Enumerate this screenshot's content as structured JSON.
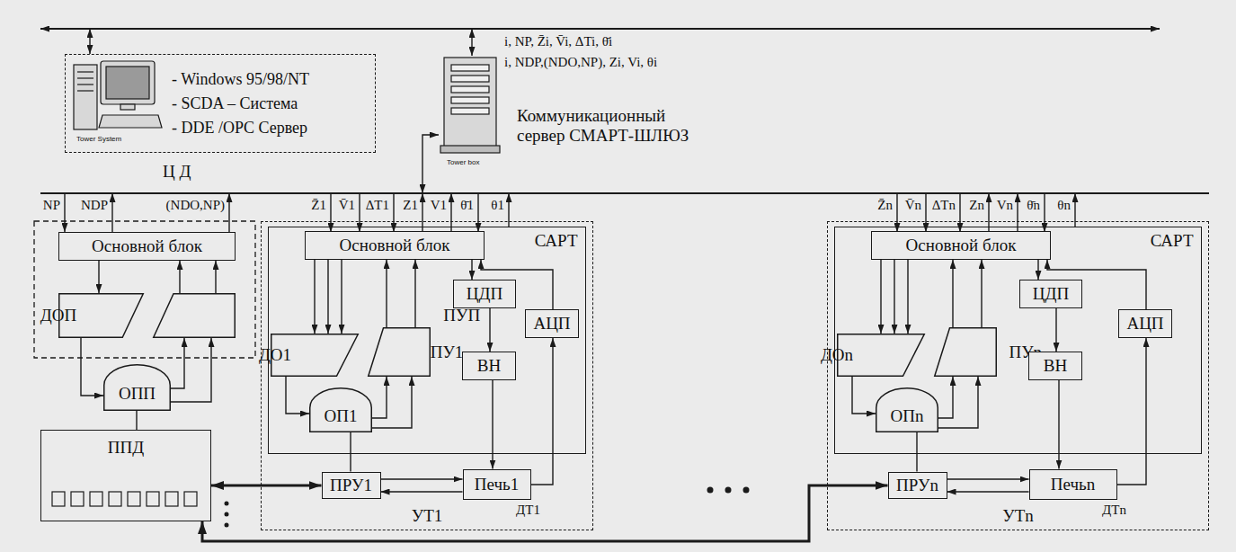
{
  "diagram": {
    "nodes": [
      {
        "text": [
          "- Windows 95/98/NT",
          "- SCDA – Система",
          "- DDE /OPC Сервер"
        ]
      },
      {
        "text": [
          "Коммуникационный сервер СМАРТ-ШЛЮЗ"
        ]
      },
      {
        "text": [
          "Основной блок"
        ]
      },
      {
        "text": [
          "ДОП"
        ]
      },
      {
        "text": [
          "ПУП"
        ]
      },
      {
        "text": [
          "ОПП"
        ]
      },
      {
        "text": [
          "ППД"
        ]
      },
      {
        "text": [
          "УТ1"
        ]
      },
      {
        "text": [
          "САРТ"
        ],
        "in": 7
      },
      {
        "text": [
          "Основной блок"
        ],
        "in": 8
      },
      {
        "text": [
          "ДО1"
        ],
        "in": 8
      },
      {
        "text": [
          "ПУ1"
        ],
        "in": 8
      },
      {
        "text": [
          "ЦДП"
        ],
        "in": 8
      },
      {
        "text": [
          "АЦП"
        ],
        "in": 8
      },
      {
        "text": [
          "ВН"
        ],
        "in": 8
      },
      {
        "text": [
          "ОП1"
        ],
        "in": 8
      },
      {
        "text": [
          "ПРУ1"
        ],
        "in": 7
      },
      {
        "text": [
          "Печь1"
        ],
        "in": 7
      },
      {
        "text": [
          "УТn"
        ]
      },
      {
        "text": [
          "САРТ"
        ],
        "in": 18
      },
      {
        "text": [
          "Основной блок"
        ],
        "in": 19
      },
      {
        "text": [
          "ДОn"
        ],
        "in": 19
      },
      {
        "text": [
          "ПУn"
        ],
        "in": 19
      },
      {
        "text": [
          "ЦДП"
        ],
        "in": 19
      },
      {
        "text": [
          "АЦП"
        ],
        "in": 19
      },
      {
        "text": [
          "ВН"
        ],
        "in": 19
      },
      {
        "text": [
          "ОПn"
        ],
        "in": 19
      },
      {
        "text": [
          "ПРУn"
        ],
        "in": 18
      },
      {
        "text": [
          "Печьn"
        ],
        "in": 18
      }
    ],
    "edges": [
      {
        "from": 2,
        "to": 3,
        "arrow": "to"
      },
      {
        "from": 4,
        "to": 2,
        "arrow": "to"
      },
      {
        "from": 4,
        "to": 2,
        "arrow": "to"
      },
      {
        "from": 3,
        "to": 5,
        "arrow": "to"
      },
      {
        "from": 5,
        "to": 4,
        "arrow": "to"
      },
      {
        "from": 5,
        "to": 4,
        "arrow": "to"
      },
      {
        "from": 5,
        "to": 6,
        "arrow": "none"
      },
      {
        "from": 9,
        "to": 10,
        "arrow": "to"
      },
      {
        "from": 9,
        "to": 10,
        "arrow": "to"
      },
      {
        "from": 9,
        "to": 10,
        "arrow": "to"
      },
      {
        "from": 11,
        "to": 9,
        "arrow": "to"
      },
      {
        "from": 11,
        "to": 9,
        "arrow": "to"
      },
      {
        "from": 9,
        "to": 12,
        "arrow": "to"
      },
      {
        "from": 13,
        "to": 9,
        "arrow": "to"
      },
      {
        "from": 12,
        "to": 14,
        "arrow": "to"
      },
      {
        "from": 14,
        "to": 17,
        "arrow": "to"
      },
      {
        "from": 17,
        "to": 13,
        "arrow": "to"
      },
      {
        "from": 10,
        "to": 15,
        "arrow": "to"
      },
      {
        "from": 15,
        "to": 11,
        "arrow": "to"
      },
      {
        "from": 15,
        "to": 11,
        "arrow": "to"
      },
      {
        "from": 15,
        "to": 16,
        "arrow": "none"
      },
      {
        "from": 16,
        "to": 17,
        "arrow": "to"
      },
      {
        "from": 17,
        "to": 16,
        "arrow": "to"
      },
      {
        "from": 20,
        "to": 21,
        "arrow": "to"
      },
      {
        "from": 20,
        "to": 21,
        "arrow": "to"
      },
      {
        "from": 20,
        "to": 21,
        "arrow": "to"
      },
      {
        "from": 22,
        "to": 20,
        "arrow": "to"
      },
      {
        "from": 22,
        "to": 20,
        "arrow": "to"
      },
      {
        "from": 20,
        "to": 23,
        "arrow": "to"
      },
      {
        "from": 24,
        "to": 20,
        "arrow": "to"
      },
      {
        "from": 23,
        "to": 25,
        "arrow": "to"
      },
      {
        "from": 25,
        "to": 28,
        "arrow": "to"
      },
      {
        "from": 28,
        "to": 24,
        "arrow": "to"
      },
      {
        "from": 21,
        "to": 26,
        "arrow": "to"
      },
      {
        "from": 26,
        "to": 22,
        "arrow": "to"
      },
      {
        "from": 26,
        "to": 22,
        "arrow": "to"
      },
      {
        "from": 26,
        "to": 27,
        "arrow": "none"
      },
      {
        "from": 27,
        "to": 28,
        "arrow": "to"
      },
      {
        "from": 28,
        "to": 27,
        "arrow": "to"
      },
      {
        "from": 6,
        "to": 16,
        "arrow": "both"
      },
      {
        "from": 6,
        "to": 27,
        "arrow": "both"
      }
    ],
    "labels": [
      "Ц Д",
      "i, NP, Z̄i, V̄i, ΔTi, θ̄i",
      "i, NDP,(NDO,NP), Zi, Vi, θi",
      "Tower System",
      "Tower box",
      "NP",
      "NDP",
      "(NDO,NP)",
      "Z̄1",
      "V̄1",
      "ΔT1",
      "Z1",
      "V1",
      "θ̄1",
      "θ1",
      "ДТ1",
      "Z̄n",
      "V̄n",
      "ΔTn",
      "Zn",
      "Vn",
      "θ̄n",
      "θn",
      "ДТn"
    ]
  }
}
